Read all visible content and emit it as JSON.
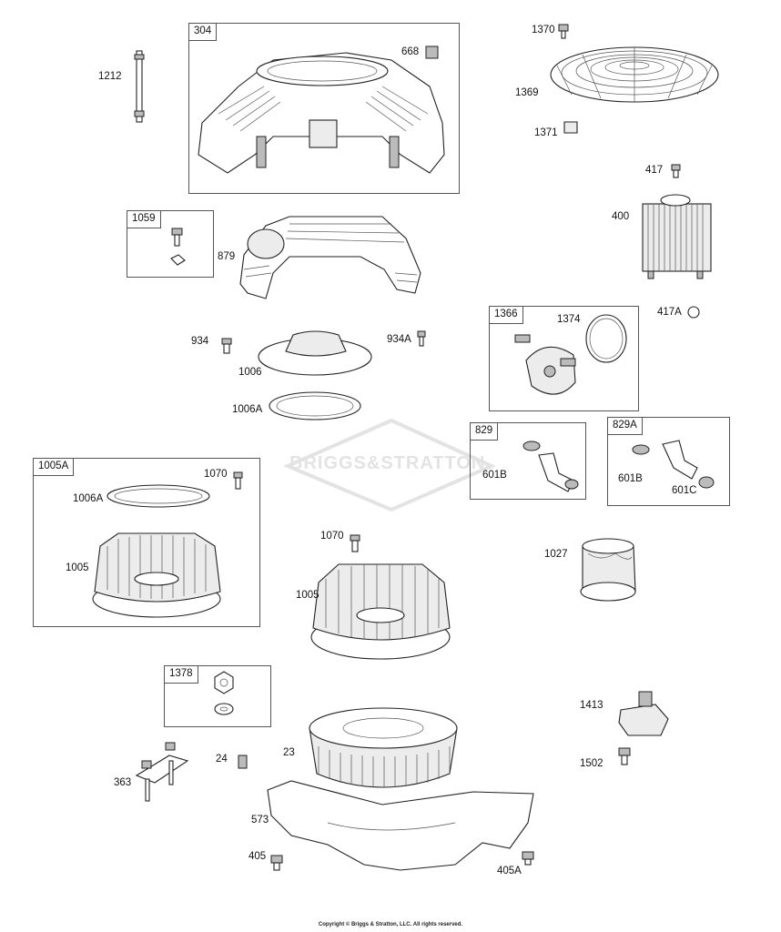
{
  "watermark": "BRIGGS&STRATTON",
  "copyright": "Copyright © Briggs & Stratton, LLC. All rights reserved.",
  "kits": {
    "k304": "304",
    "k1059": "1059",
    "k1366": "1366",
    "k829": "829",
    "k829a": "829A",
    "k1005a": "1005A",
    "k1378": "1378"
  },
  "labels": {
    "l1212": "1212",
    "l668": "668",
    "l1370": "1370",
    "l1369": "1369",
    "l1371": "1371",
    "l417": "417",
    "l400": "400",
    "l417a": "417A",
    "l879": "879",
    "l1374": "1374",
    "l934": "934",
    "l934a": "934A",
    "l1006": "1006",
    "l1006a": "1006A",
    "l601b_1": "601B",
    "l601b_2": "601B",
    "l601c": "601C",
    "l1070_1": "1070",
    "l1006a_2": "1006A",
    "l1005_1": "1005",
    "l1070_2": "1070",
    "l1005_2": "1005",
    "l1027": "1027",
    "l1413": "1413",
    "l1502": "1502",
    "l24": "24",
    "l23": "23",
    "l363": "363",
    "l573": "573",
    "l405": "405",
    "l405a": "405A"
  }
}
